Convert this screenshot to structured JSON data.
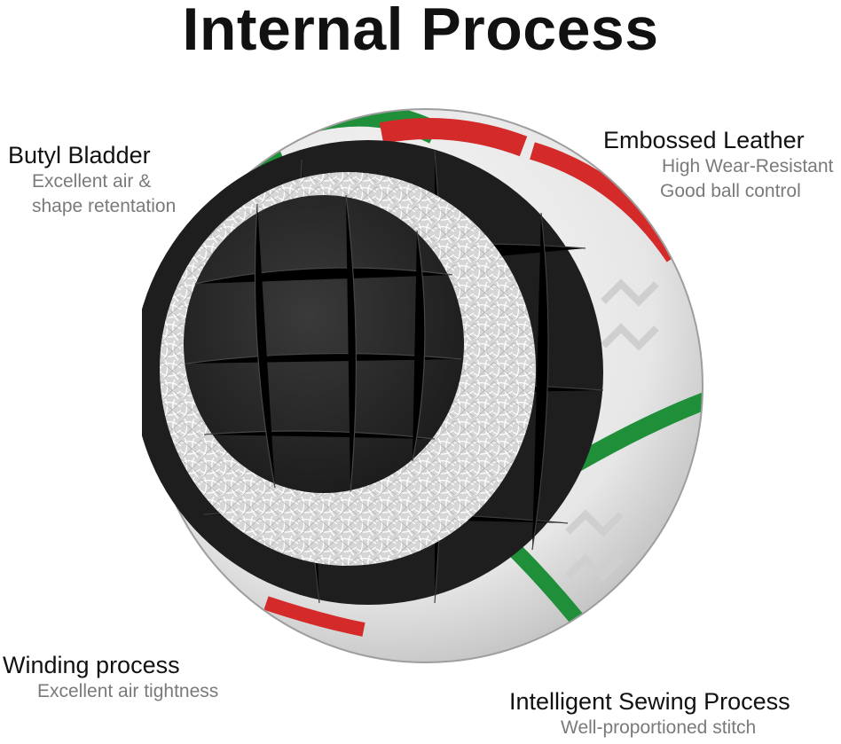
{
  "title": "Internal Process",
  "labels": {
    "butyl": {
      "head": "Butyl Bladder",
      "sub1": "Excellent air &",
      "sub2": "shape retentation"
    },
    "embossed": {
      "head": "Embossed Leather",
      "sub1": "High Wear-Resistant",
      "sub2": "Good ball control"
    },
    "winding": {
      "head": "Winding process",
      "sub1": "Excellent air tightness"
    },
    "sewing": {
      "head": "Intelligent Sewing Process",
      "sub1": "Well-proportioned stitch"
    }
  },
  "colors": {
    "green": "#1f8f3a",
    "red": "#d42a2a",
    "bladder": "#2a2a2a",
    "shell": "#ececec"
  }
}
